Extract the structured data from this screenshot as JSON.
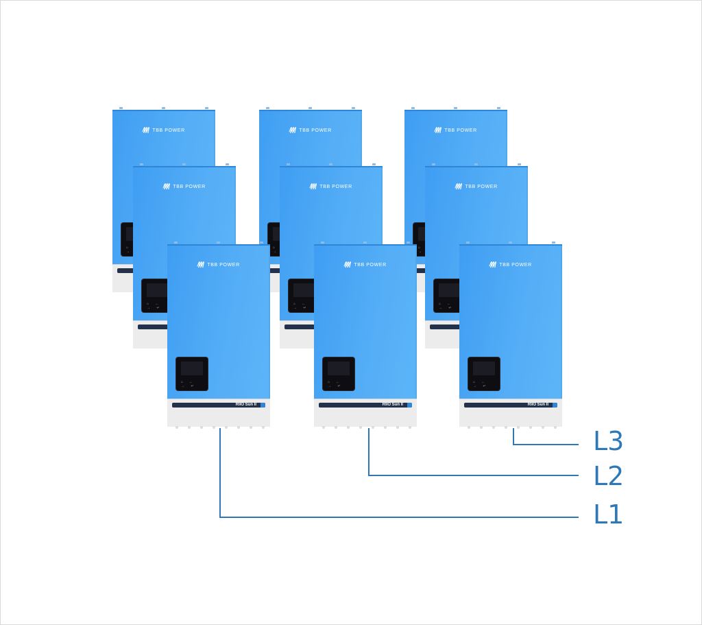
{
  "brand": "TBB POWER",
  "brand_mark": "/|/|/|",
  "model": "RIIO Sun II",
  "screen_keys": "⌂ ← → ↵",
  "colors": {
    "wire": "#2f78b7",
    "housing": "#4aa8f5",
    "label": "#2f78b7"
  },
  "phases": [
    {
      "label": "L3"
    },
    {
      "label": "L2"
    },
    {
      "label": "L1"
    }
  ]
}
